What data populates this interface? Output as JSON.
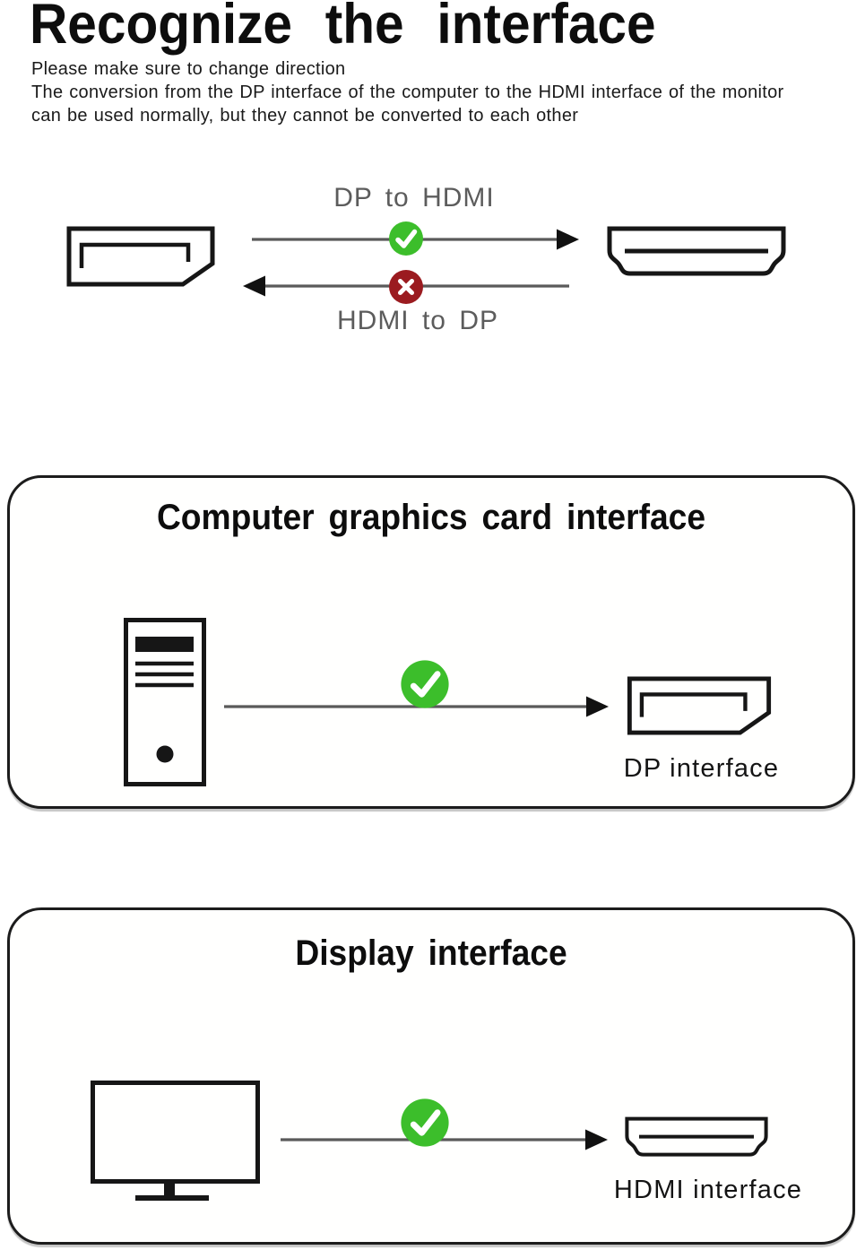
{
  "header": {
    "title": "Recognize the interface",
    "subtitle_lines": [
      "Please make sure to change direction",
      "The conversion from the DP interface of the computer to the HDMI interface of the monitor",
      "can be used normally, but they cannot be converted to each other"
    ]
  },
  "conversion_diagram": {
    "forward_label": "DP to HDMI",
    "forward_status_icon": "check-circle",
    "backward_label": "HDMI to DP",
    "backward_status_icon": "x-circle",
    "left_connector_icon": "dp-connector",
    "right_connector_icon": "hdmi-connector"
  },
  "graphics_card_box": {
    "title": "Computer graphics card interface",
    "source_icon": "computer-tower",
    "status_icon": "check-circle",
    "connector_icon": "dp-connector",
    "connector_label": "DP interface"
  },
  "display_box": {
    "title": "Display interface",
    "source_icon": "monitor",
    "status_icon": "check-circle",
    "connector_icon": "hdmi-connector",
    "connector_label": "HDMI interface"
  },
  "colors": {
    "check_green": "#3cbe2b",
    "cross_red": "#9b1b20",
    "line_gray": "#5a5a5a",
    "label_gray": "#5c5c5c",
    "outline_black": "#161616",
    "arrowhead_black": "#111111",
    "text_black": "#0d0d0d"
  }
}
